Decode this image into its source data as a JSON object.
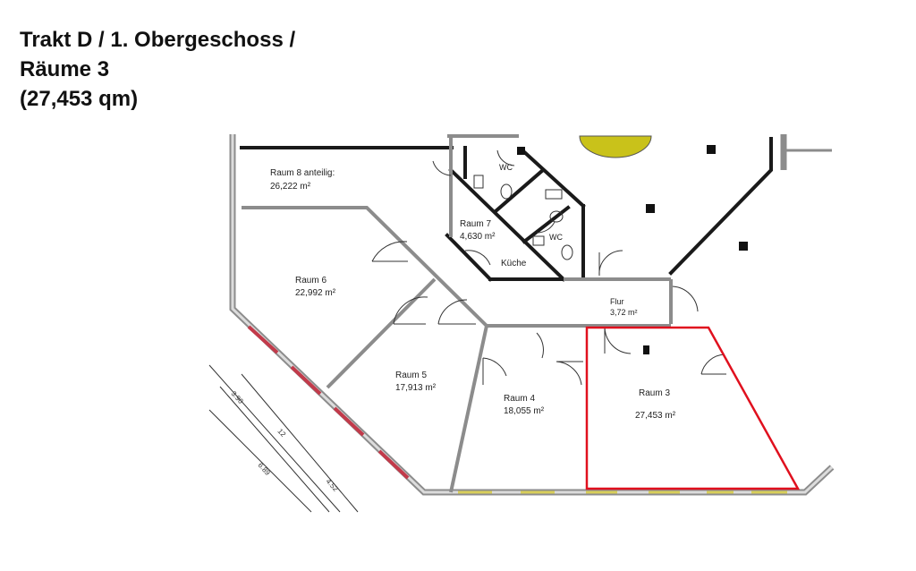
{
  "header": {
    "line1": "Trakt D / 1. Obergeschoss /",
    "line2": "Räume 3",
    "line3": "(27,453 qm)"
  },
  "rooms": {
    "raum8": {
      "name": "Raum 8 anteilig:",
      "area": "26,222 m²"
    },
    "raum7": {
      "name": "Raum 7",
      "area": "4,630 m²"
    },
    "wc1": {
      "name": "WC"
    },
    "wc2": {
      "name": "WC"
    },
    "kueche": {
      "name": "Küche"
    },
    "raum6": {
      "name": "Raum 6",
      "area": "22,992 m²"
    },
    "raum5": {
      "name": "Raum 5",
      "area": "17,913 m²"
    },
    "raum4": {
      "name": "Raum 4",
      "area": "18,055 m²"
    },
    "raum3": {
      "name": "Raum 3",
      "area": "27,453 m²"
    },
    "flur": {
      "name": "Flur",
      "area": "3,72 m²"
    }
  },
  "dimensions": {
    "d1": "3.90",
    "d2": "12",
    "d3": "6.89",
    "d4": "4.52"
  },
  "colors": {
    "highlight": "#e0101e",
    "wall": "#1a1a1a",
    "outer_wall": "#8c8c8c",
    "window": "#c23a4a",
    "accent_yellow": "#c9c21a"
  }
}
